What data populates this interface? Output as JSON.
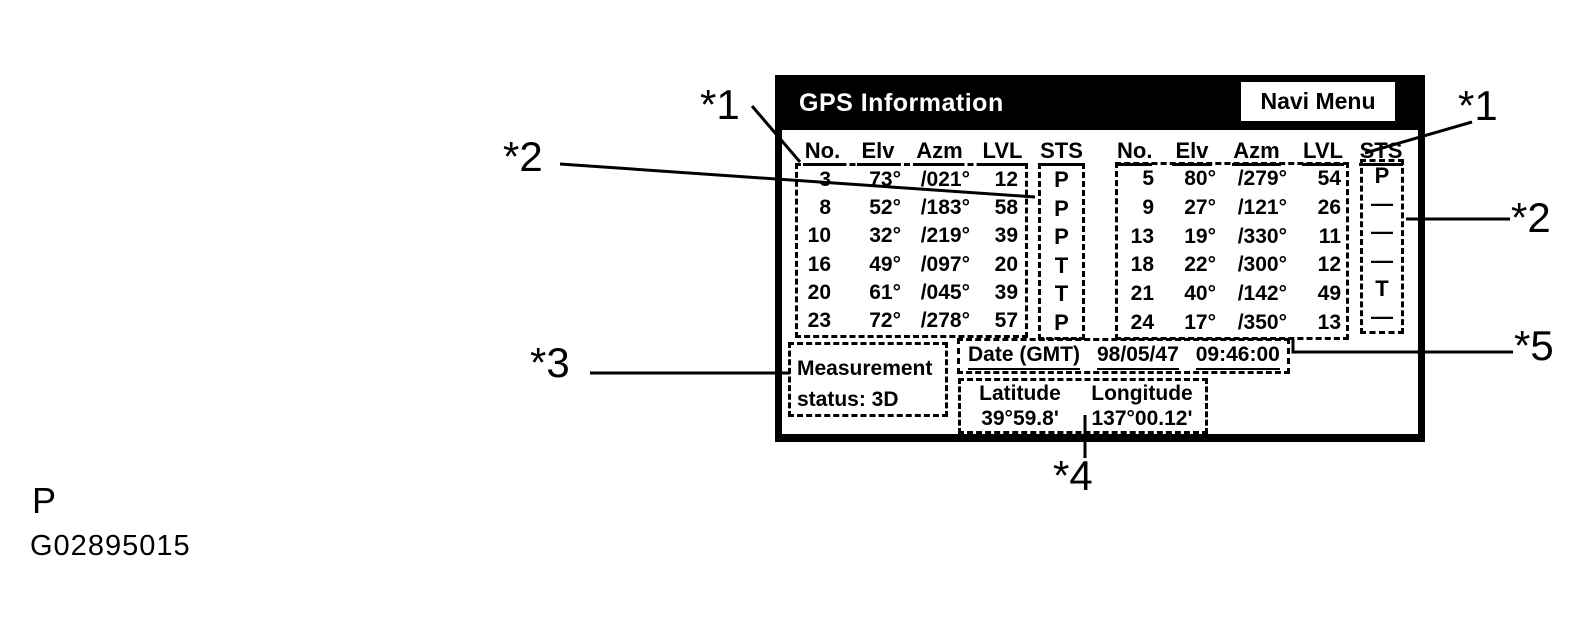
{
  "screen": {
    "title": "GPS Information",
    "menu_button": "Navi Menu",
    "columns": [
      "No.",
      "Elv",
      "Azm",
      "LVL",
      "STS"
    ],
    "left_table": {
      "rows": [
        {
          "no": "3",
          "elv": "73°",
          "azm": "/021°",
          "lvl": "12",
          "sts": "P"
        },
        {
          "no": "8",
          "elv": "52°",
          "azm": "/183°",
          "lvl": "58",
          "sts": "P"
        },
        {
          "no": "10",
          "elv": "32°",
          "azm": "/219°",
          "lvl": "39",
          "sts": "P"
        },
        {
          "no": "16",
          "elv": "49°",
          "azm": "/097°",
          "lvl": "20",
          "sts": "T"
        },
        {
          "no": "20",
          "elv": "61°",
          "azm": "/045°",
          "lvl": "39",
          "sts": "T"
        },
        {
          "no": "23",
          "elv": "72°",
          "azm": "/278°",
          "lvl": "57",
          "sts": "P"
        }
      ]
    },
    "right_table": {
      "rows": [
        {
          "no": "5",
          "elv": "80°",
          "azm": "/279°",
          "lvl": "54",
          "sts": "P"
        },
        {
          "no": "9",
          "elv": "27°",
          "azm": "/121°",
          "lvl": "26",
          "sts": "—"
        },
        {
          "no": "13",
          "elv": "19°",
          "azm": "/330°",
          "lvl": "11",
          "sts": "—"
        },
        {
          "no": "18",
          "elv": "22°",
          "azm": "/300°",
          "lvl": "12",
          "sts": "—"
        },
        {
          "no": "21",
          "elv": "40°",
          "azm": "/142°",
          "lvl": "49",
          "sts": "T"
        },
        {
          "no": "24",
          "elv": "17°",
          "azm": "/350°",
          "lvl": "13",
          "sts": "—"
        }
      ]
    },
    "measurement": {
      "line1": "Measurement",
      "line2": "status: 3D"
    },
    "date": {
      "label": "Date (GMT)",
      "value": "98/05/47",
      "time": "09:46:00"
    },
    "position": {
      "lat_label": "Latitude",
      "lon_label": "Longitude",
      "lat_value": "39°59.8'",
      "lon_value": "137°00.12'"
    }
  },
  "callouts": {
    "left1": "*1",
    "left2": "*2",
    "left3": "*3",
    "bottom4": "*4",
    "right5": "*5",
    "right1": "*1",
    "right2": "*2"
  },
  "footer": {
    "page_marker": "P",
    "figure_id": "G02895015"
  },
  "colors": {
    "frame": "#000000",
    "screen_bg": "#ffffff",
    "title_text": "#ffffff"
  }
}
